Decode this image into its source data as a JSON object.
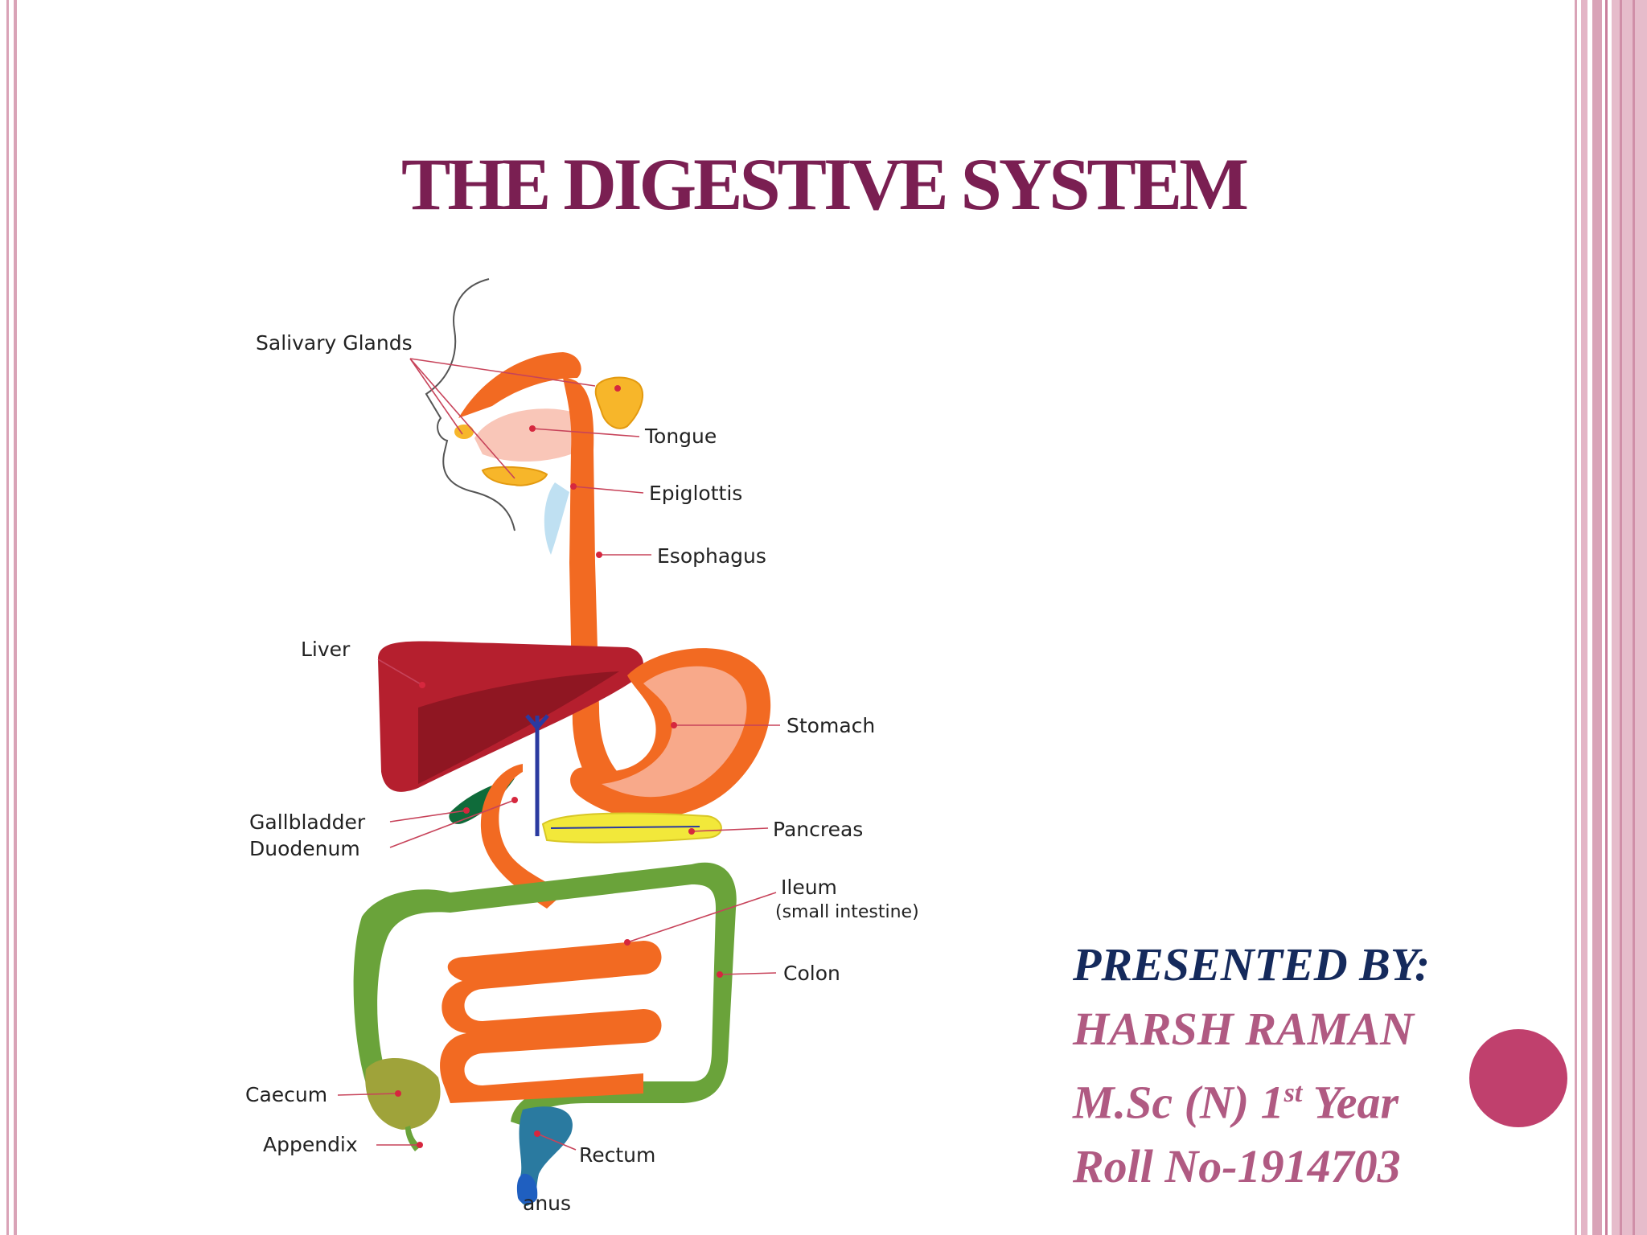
{
  "slide": {
    "title": "THE DIGESTIVE SYSTEM",
    "presenter": {
      "heading": "PRESENTED BY:",
      "name": "HARSH RAMAN",
      "course_prefix": "M.Sc (N) 1",
      "course_sup": "st",
      "course_suffix": " Year",
      "roll": "Roll No-1914703"
    }
  },
  "diagram": {
    "labels": {
      "salivary_glands": "Salivary Glands",
      "tongue": "Tongue",
      "epiglottis": "Epiglottis",
      "esophagus": "Esophagus",
      "liver": "Liver",
      "stomach": "Stomach",
      "gallbladder": "Gallbladder",
      "duodenum": "Duodenum",
      "pancreas": "Pancreas",
      "ileum": "Ileum",
      "ileum_note": "(small intestine)",
      "colon": "Colon",
      "caecum": "Caecum",
      "appendix": "Appendix",
      "rectum": "Rectum",
      "anus": "anus"
    }
  },
  "colors": {
    "title": "#7a1f52",
    "heading": "#152a5c",
    "presenter_text": "#b05a82",
    "accent_dot": "#c0406d",
    "border": "#d9a3b7",
    "digestive_tract": "#f26a22",
    "liver": "#b51f2e",
    "colon": "#6aa33a",
    "pancreas": "#f2e83a",
    "gland": "#f7b62a"
  }
}
